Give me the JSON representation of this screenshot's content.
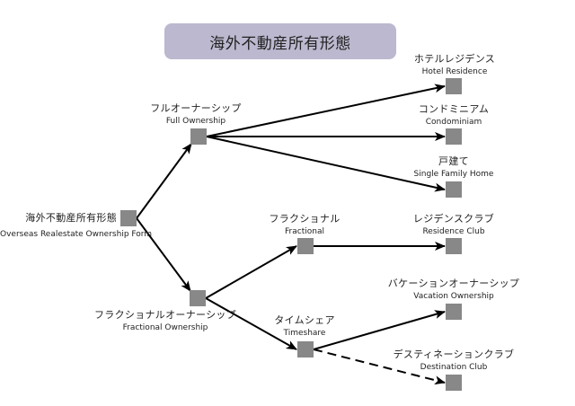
{
  "title": "海外不動産所有形態",
  "colors": {
    "title_bg": "#bbb8cf",
    "node_fill": "#888888",
    "edge": "#000000",
    "text": "#222222"
  },
  "nodes": [
    {
      "id": "root",
      "jp": "海外不動産所有形態",
      "en": "Overseas Realestate Ownership Form"
    },
    {
      "id": "full",
      "jp": "フルオーナーシップ",
      "en": "Full Ownership"
    },
    {
      "id": "fracown",
      "jp": "フラクショナルオーナーシップ",
      "en": "Fractional Ownership"
    },
    {
      "id": "hotel",
      "jp": "ホテルレジデンス",
      "en": "Hotel Residence"
    },
    {
      "id": "condo",
      "jp": "コンドミニアム",
      "en": "Condominiam"
    },
    {
      "id": "single",
      "jp": "戸建て",
      "en": "Single Family Home"
    },
    {
      "id": "fractional",
      "jp": "フラクショナル",
      "en": "Fractional"
    },
    {
      "id": "timeshare",
      "jp": "タイムシェア",
      "en": "Timeshare"
    },
    {
      "id": "resclub",
      "jp": "レジデンスクラブ",
      "en": "Residence Club"
    },
    {
      "id": "vacation",
      "jp": "バケーションオーナーシップ",
      "en": "Vacation Ownership"
    },
    {
      "id": "destclub",
      "jp": "デスティネーションクラブ",
      "en": "Destination Club"
    }
  ],
  "edges": [
    {
      "from": "root",
      "to": "full",
      "style": "solid"
    },
    {
      "from": "root",
      "to": "fracown",
      "style": "solid"
    },
    {
      "from": "full",
      "to": "hotel",
      "style": "solid"
    },
    {
      "from": "full",
      "to": "condo",
      "style": "solid"
    },
    {
      "from": "full",
      "to": "single",
      "style": "solid"
    },
    {
      "from": "fracown",
      "to": "fractional",
      "style": "solid"
    },
    {
      "from": "fracown",
      "to": "timeshare",
      "style": "solid"
    },
    {
      "from": "fractional",
      "to": "resclub",
      "style": "solid"
    },
    {
      "from": "timeshare",
      "to": "vacation",
      "style": "solid"
    },
    {
      "from": "timeshare",
      "to": "destclub",
      "style": "dashed"
    }
  ]
}
